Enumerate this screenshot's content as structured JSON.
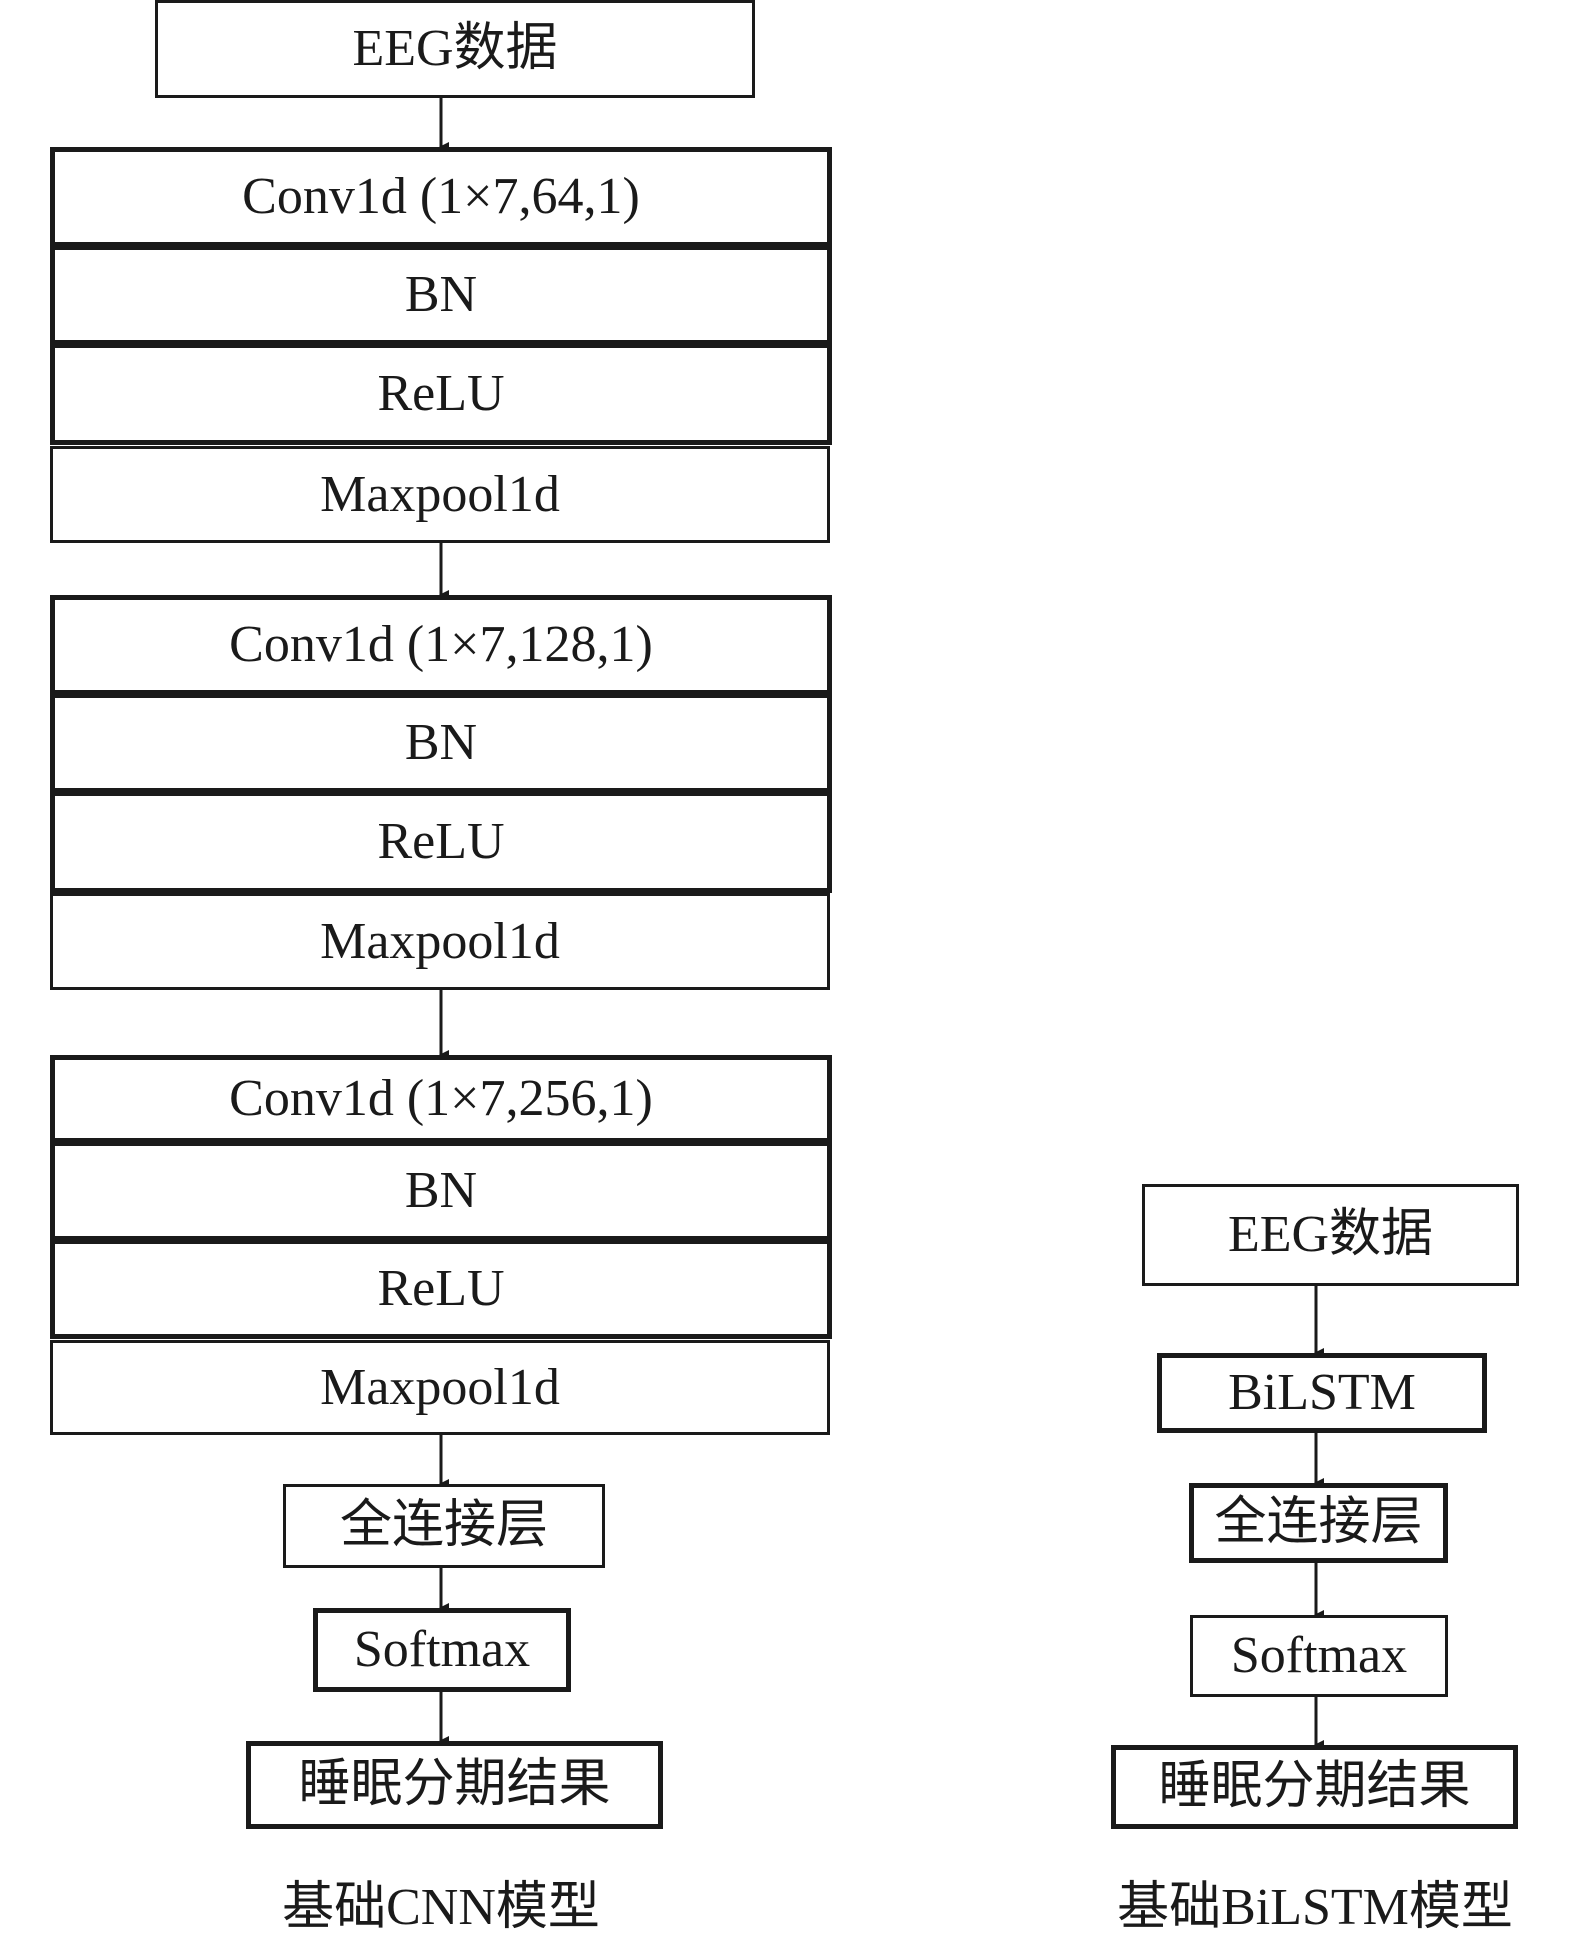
{
  "cnn": {
    "input": "EEG数据",
    "block1": {
      "conv": "Conv1d (1×7,64,1)",
      "bn": "BN",
      "relu": "ReLU",
      "pool": "Maxpool1d"
    },
    "block2": {
      "conv": "Conv1d (1×7,128,1)",
      "bn": "BN",
      "relu": "ReLU",
      "pool": "Maxpool1d"
    },
    "block3": {
      "conv": "Conv1d (1×7,256,1)",
      "bn": "BN",
      "relu": "ReLU",
      "pool": "Maxpool1d"
    },
    "fc": "全连接层",
    "softmax": "Softmax",
    "output": "睡眠分期结果",
    "caption": "基础CNN模型"
  },
  "bilstm": {
    "input": "EEG数据",
    "bilstm": "BiLSTM",
    "fc": "全连接层",
    "softmax": "Softmax",
    "output": "睡眠分期结果",
    "caption": "基础BiLSTM模型"
  }
}
